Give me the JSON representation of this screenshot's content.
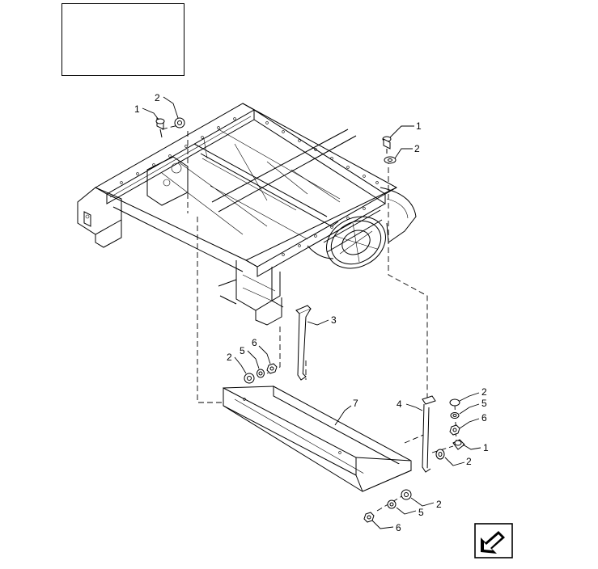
{
  "diagram": {
    "title_box_text": "",
    "callouts": {
      "c1_top_left": "1",
      "c2_top_left": "2",
      "c1_top_right": "1",
      "c2_top_right": "2",
      "c3": "3",
      "c2_mid_left": "2",
      "c5_mid_left": "5",
      "c6_mid_left": "6",
      "c7": "7",
      "c4": "4",
      "c2_right_a": "2",
      "c5_right": "5",
      "c6_right": "6",
      "c1_right": "1",
      "c2_right_b": "2",
      "c2_bottom": "2",
      "c5_bottom": "5",
      "c6_bottom": "6"
    },
    "icons": {
      "nav": "next-page-arrow-icon"
    }
  }
}
